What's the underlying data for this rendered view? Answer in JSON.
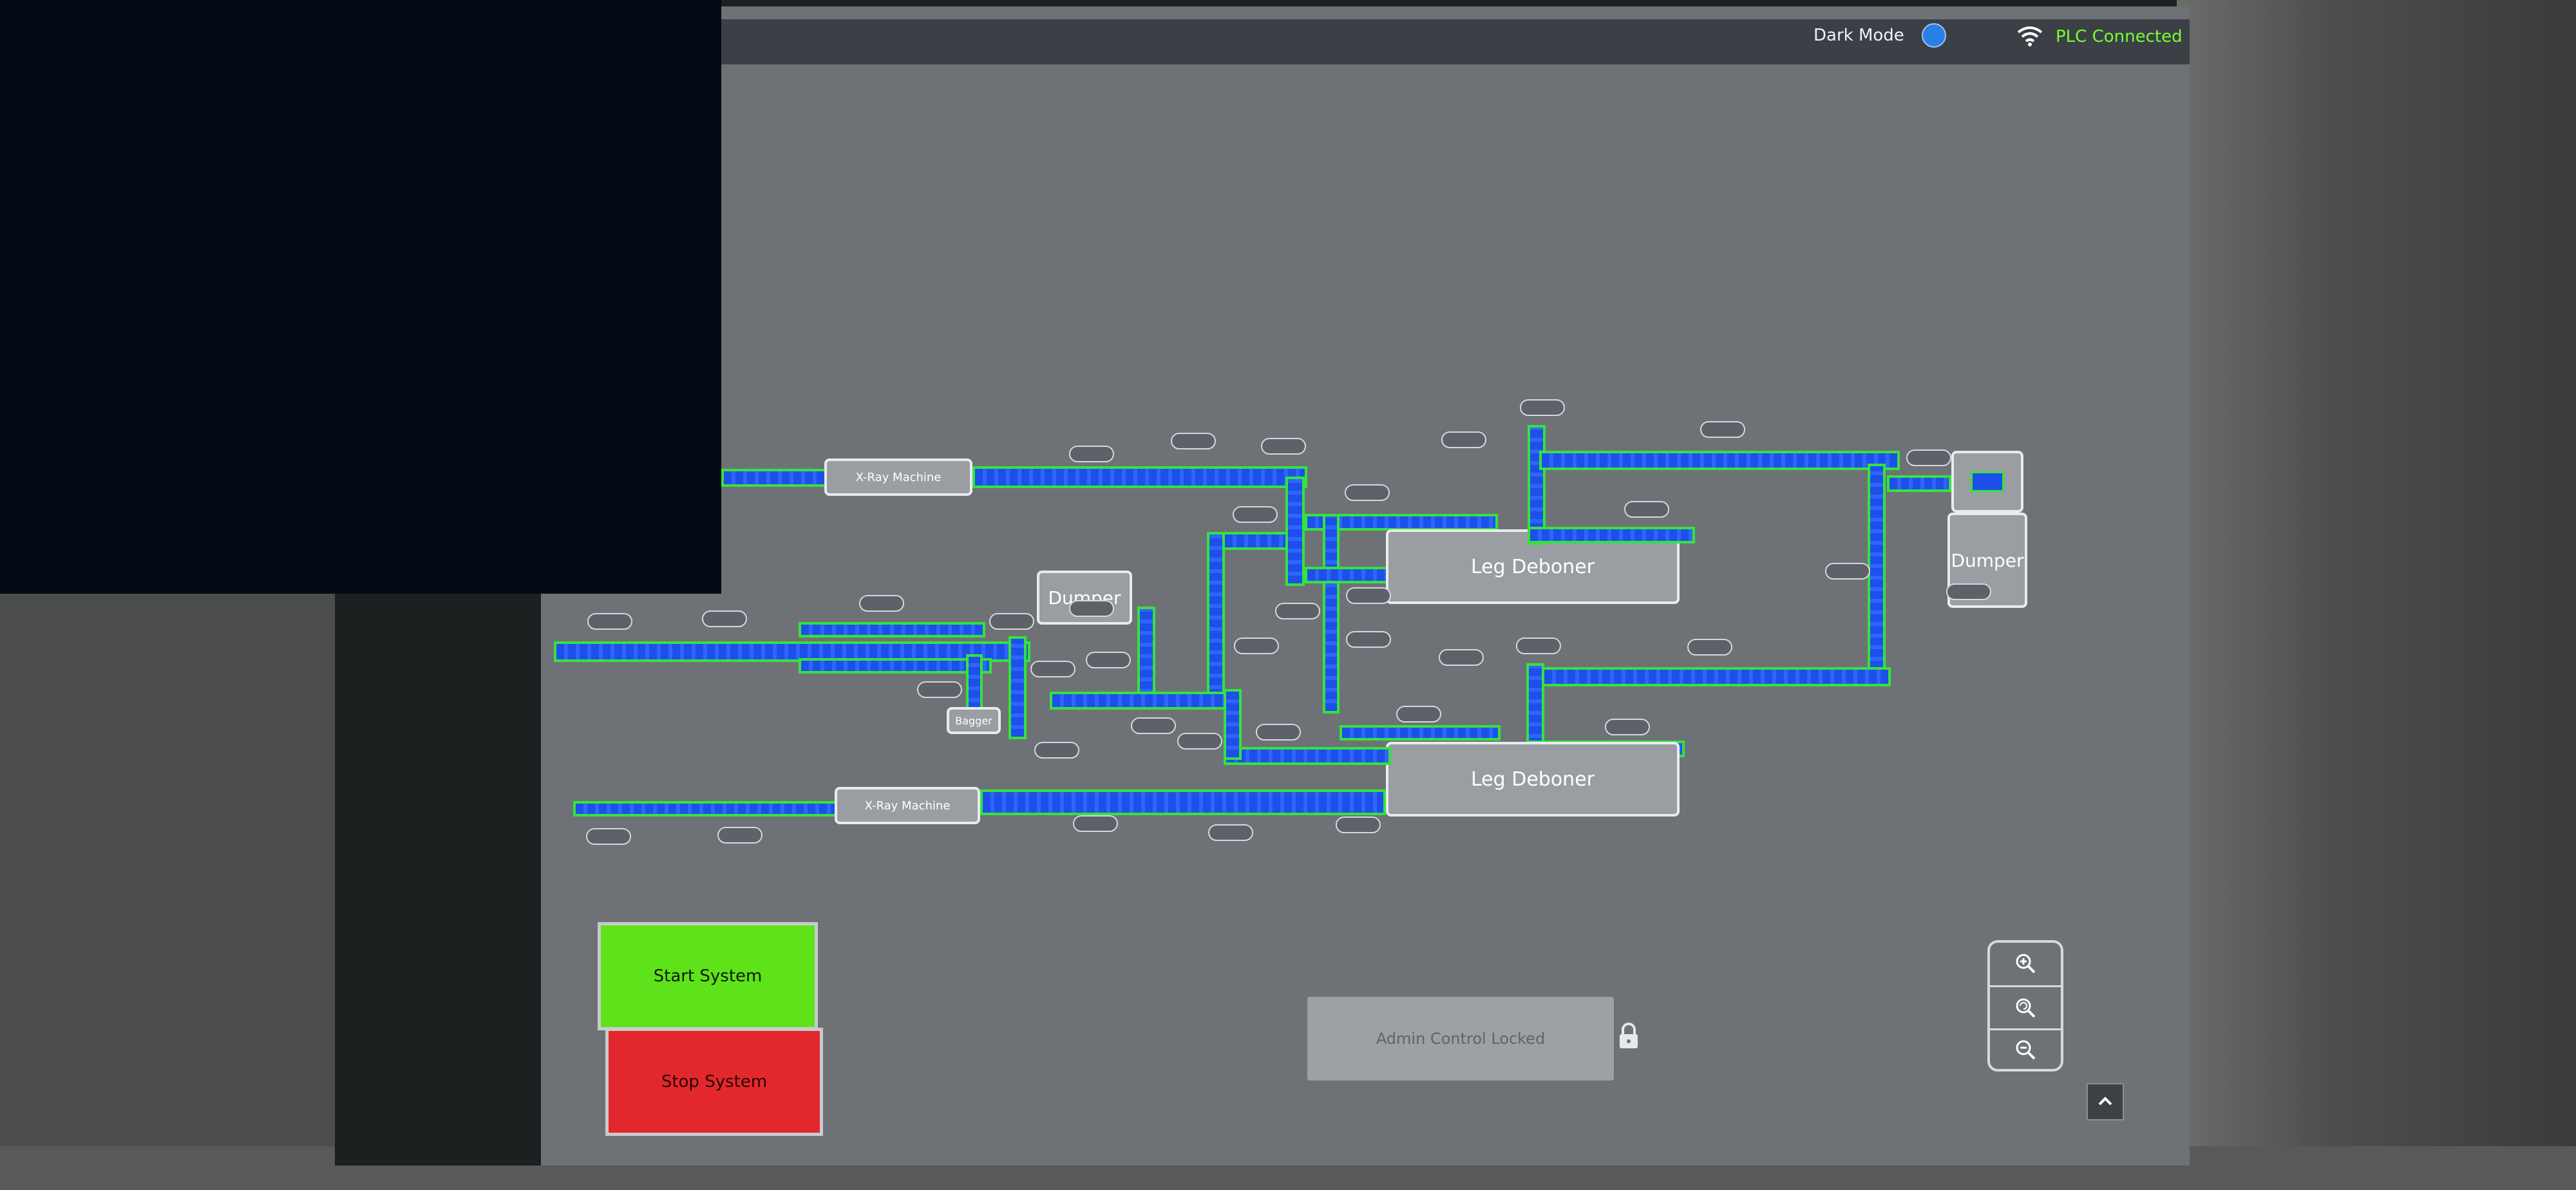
{
  "topbar": {
    "dark_mode_label": "Dark Mode",
    "plc_status": "PLC Connected",
    "wifi_icon": "wifi-icon",
    "toggle_color": "#2a7fe6",
    "status_color": "#79ff2e"
  },
  "machines": {
    "xray_top": "X-Ray Machine",
    "xray_bottom": "X-Ray Machine",
    "leg_deboner_top": "Leg Deboner",
    "leg_deboner_bottom": "Leg Deboner",
    "dumper_left": "Dumper",
    "dumper_right": "Dumper",
    "bagger": "Bagger"
  },
  "controls": {
    "start_label": "Start System",
    "stop_label": "Stop System",
    "admin_label": "Admin Control Locked",
    "start_color": "#5ee21a",
    "stop_color": "#e3282d"
  },
  "zoom": {
    "zoom_in_icon": "zoom-in-icon",
    "zoom_reset_icon": "zoom-reset-icon",
    "zoom_out_icon": "zoom-out-icon",
    "scroll_up_icon": "chevron-up-icon"
  }
}
